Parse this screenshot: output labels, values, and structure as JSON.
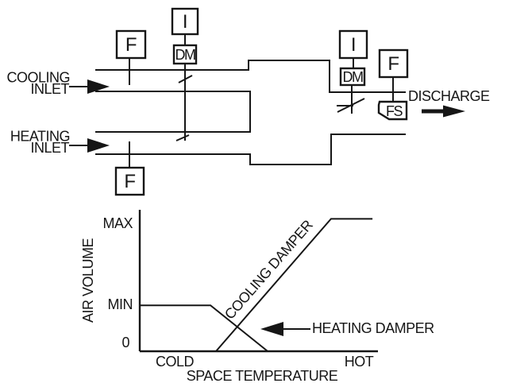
{
  "figure": {
    "background": "#ffffff",
    "ink": "#161616",
    "description_labels": {
      "cooling_inlet_line1": "COOLING",
      "cooling_inlet_line2": "INLET",
      "heating_inlet_line1": "HEATING",
      "heating_inlet_line2": "INLET",
      "discharge": "DISCHARGE"
    },
    "instruments": {
      "cooling_flow_sensor": "F",
      "cooling_controller": "I",
      "cooling_damper_motor": "DM",
      "heating_flow_sensor": "F",
      "discharge_controller": "I",
      "discharge_damper_motor": "DM",
      "discharge_flow_sensor": "F",
      "flow_switch": "FS"
    }
  },
  "chart_data": {
    "type": "line",
    "title": "",
    "xlabel": "SPACE TEMPERATURE",
    "ylabel": "AIR VOLUME",
    "x_tick_labels": [
      "COLD",
      "HOT"
    ],
    "y_tick_labels": [
      "0",
      "MIN",
      "MAX"
    ],
    "x_range_pct": [
      0,
      100
    ],
    "y_range_pct": [
      0,
      105
    ],
    "grid": false,
    "legend_position": "inline-annotations",
    "series": [
      {
        "name": "HEATING DAMPER",
        "points_pct": [
          [
            0,
            35
          ],
          [
            29.7,
            35
          ],
          [
            53.7,
            0
          ]
        ]
      },
      {
        "name": "COOLING DAMPER",
        "points_pct": [
          [
            32,
            0
          ],
          [
            80.3,
            101
          ],
          [
            97.7,
            101
          ]
        ]
      }
    ]
  }
}
